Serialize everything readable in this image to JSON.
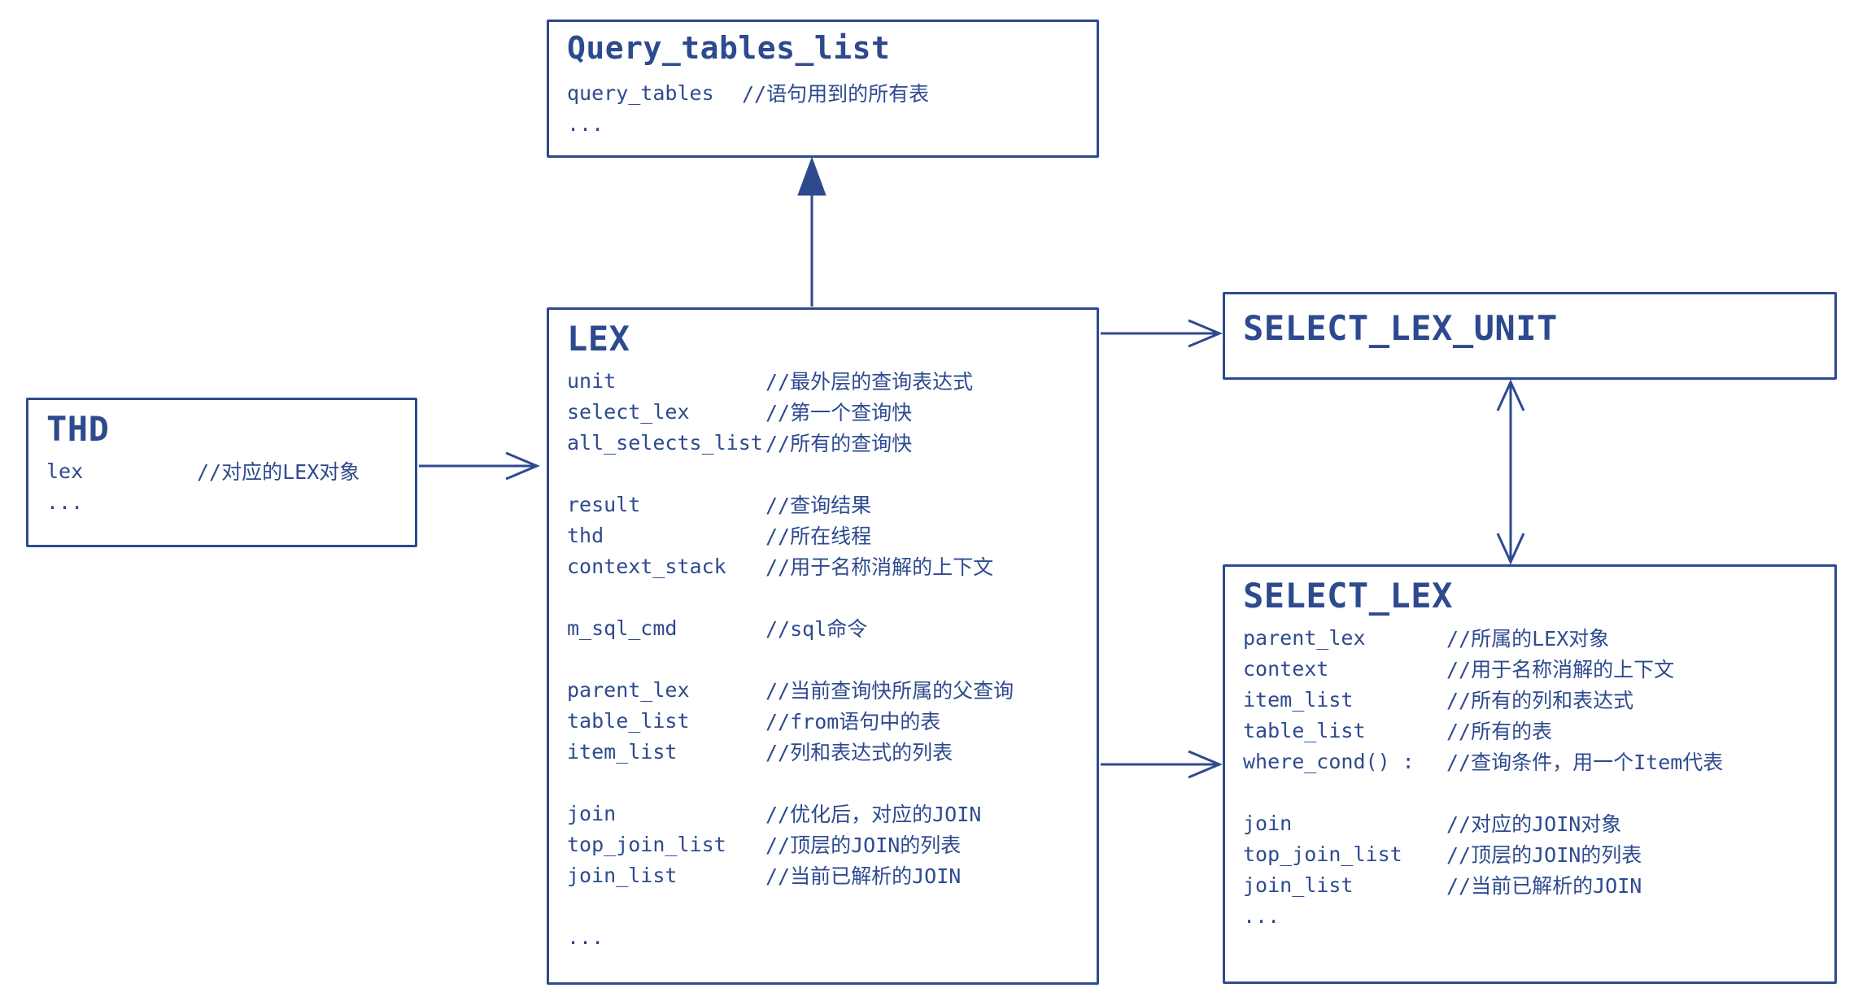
{
  "colors": {
    "accent": "#2e4a8f",
    "background": "#ffffff"
  },
  "boxes": {
    "query_tables_list": {
      "title": "Query_tables_list",
      "fields": [
        {
          "name": "query_tables",
          "comment": "//语句用到的所有表"
        },
        {
          "name": "...",
          "comment": ""
        }
      ]
    },
    "thd": {
      "title": "THD",
      "fields": [
        {
          "name": "lex",
          "comment": "//对应的LEX对象"
        },
        {
          "name": "...",
          "comment": ""
        }
      ]
    },
    "lex": {
      "title": "LEX",
      "fields": [
        {
          "name": "unit",
          "comment": "//最外层的查询表达式"
        },
        {
          "name": "select_lex",
          "comment": "//第一个查询快"
        },
        {
          "name": "all_selects_list",
          "comment": "//所有的查询快"
        },
        {
          "name": "result",
          "comment": "//查询结果"
        },
        {
          "name": "thd",
          "comment": "//所在线程"
        },
        {
          "name": "context_stack",
          "comment": "//用于名称消解的上下文"
        },
        {
          "name": "m_sql_cmd",
          "comment": "//sql命令"
        },
        {
          "name": "parent_lex",
          "comment": "//当前查询快所属的父查询"
        },
        {
          "name": "table_list",
          "comment": "//from语句中的表"
        },
        {
          "name": "item_list",
          "comment": "//列和表达式的列表"
        },
        {
          "name": "join",
          "comment": "//优化后，对应的JOIN"
        },
        {
          "name": "top_join_list",
          "comment": "//顶层的JOIN的列表"
        },
        {
          "name": "join_list",
          "comment": "//当前已解析的JOIN"
        },
        {
          "name": "...",
          "comment": ""
        }
      ]
    },
    "select_lex_unit": {
      "title": "SELECT_LEX_UNIT",
      "fields": []
    },
    "select_lex": {
      "title": "SELECT_LEX",
      "fields": [
        {
          "name": "parent_lex",
          "comment": "//所属的LEX对象"
        },
        {
          "name": "context",
          "comment": "//用于名称消解的上下文"
        },
        {
          "name": "item_list",
          "comment": "//所有的列和表达式"
        },
        {
          "name": "table_list",
          "comment": "//所有的表"
        },
        {
          "name": "where_cond() :",
          "comment": "//查询条件，用一个Item代表"
        },
        {
          "name": "join",
          "comment": "//对应的JOIN对象"
        },
        {
          "name": "top_join_list",
          "comment": "//顶层的JOIN的列表"
        },
        {
          "name": "join_list",
          "comment": "//当前已解析的JOIN"
        },
        {
          "name": "...",
          "comment": ""
        }
      ]
    }
  }
}
